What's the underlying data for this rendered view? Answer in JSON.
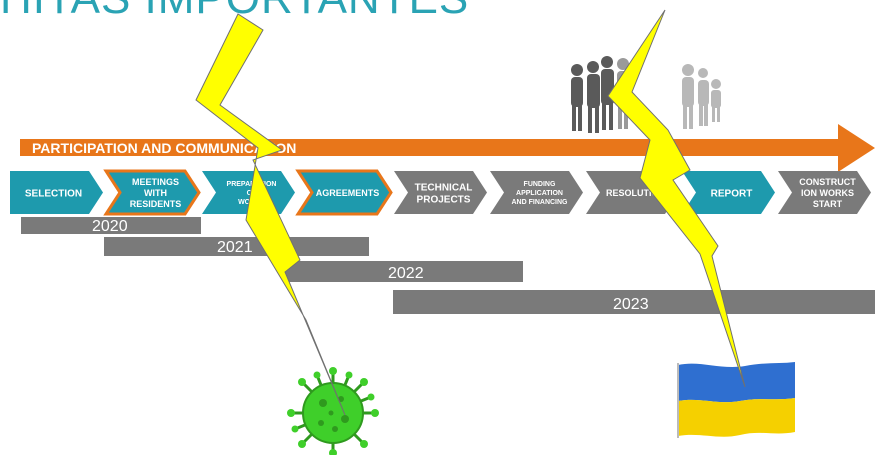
{
  "title": "HITAS IMPORTANTES",
  "banner": {
    "label": "PARTICIPATION AND COMMUNICATION"
  },
  "steps": [
    {
      "lines": [
        "SELECTION"
      ],
      "fill": "#1e9aad"
    },
    {
      "lines": [
        "MEETINGS",
        "WITH",
        "RESIDENTS"
      ],
      "fill": "#1e9aad",
      "outline": "#e8761a"
    },
    {
      "lines": [
        "PREPARATION",
        "OF",
        "WORKS"
      ],
      "fill": "#1e9aad"
    },
    {
      "lines": [
        "AGREEMENTS"
      ],
      "fill": "#1e9aad",
      "outline": "#e8761a"
    },
    {
      "lines": [
        "TECHNICAL",
        "PROJECTS"
      ],
      "fill": "#7a7a7a"
    },
    {
      "lines": [
        "FUNDING",
        "APPLICATION",
        "AND FINANCING"
      ],
      "fill": "#7a7a7a"
    },
    {
      "lines": [
        "RESOLUTION"
      ],
      "fill": "#7a7a7a"
    },
    {
      "lines": [
        "REPORT"
      ],
      "fill": "#1e9aad"
    },
    {
      "lines": [
        "CONSTRUCT",
        "ION WORKS",
        "START"
      ],
      "fill": "#7a7a7a"
    }
  ],
  "years": [
    "2020",
    "2021",
    "2022",
    "2023"
  ],
  "icons": [
    "lightning-bolt-icon",
    "virus-icon",
    "ukraine-flag-icon",
    "people-silhouettes-icon"
  ],
  "colors": {
    "teal": "#1e9aad",
    "orange": "#e8761a",
    "gray": "#7a7a7a",
    "bolt": "#ffff00",
    "virus": "#3fcf2a",
    "flag_blue": "#2f6fd0",
    "flag_yellow": "#f5d000"
  }
}
